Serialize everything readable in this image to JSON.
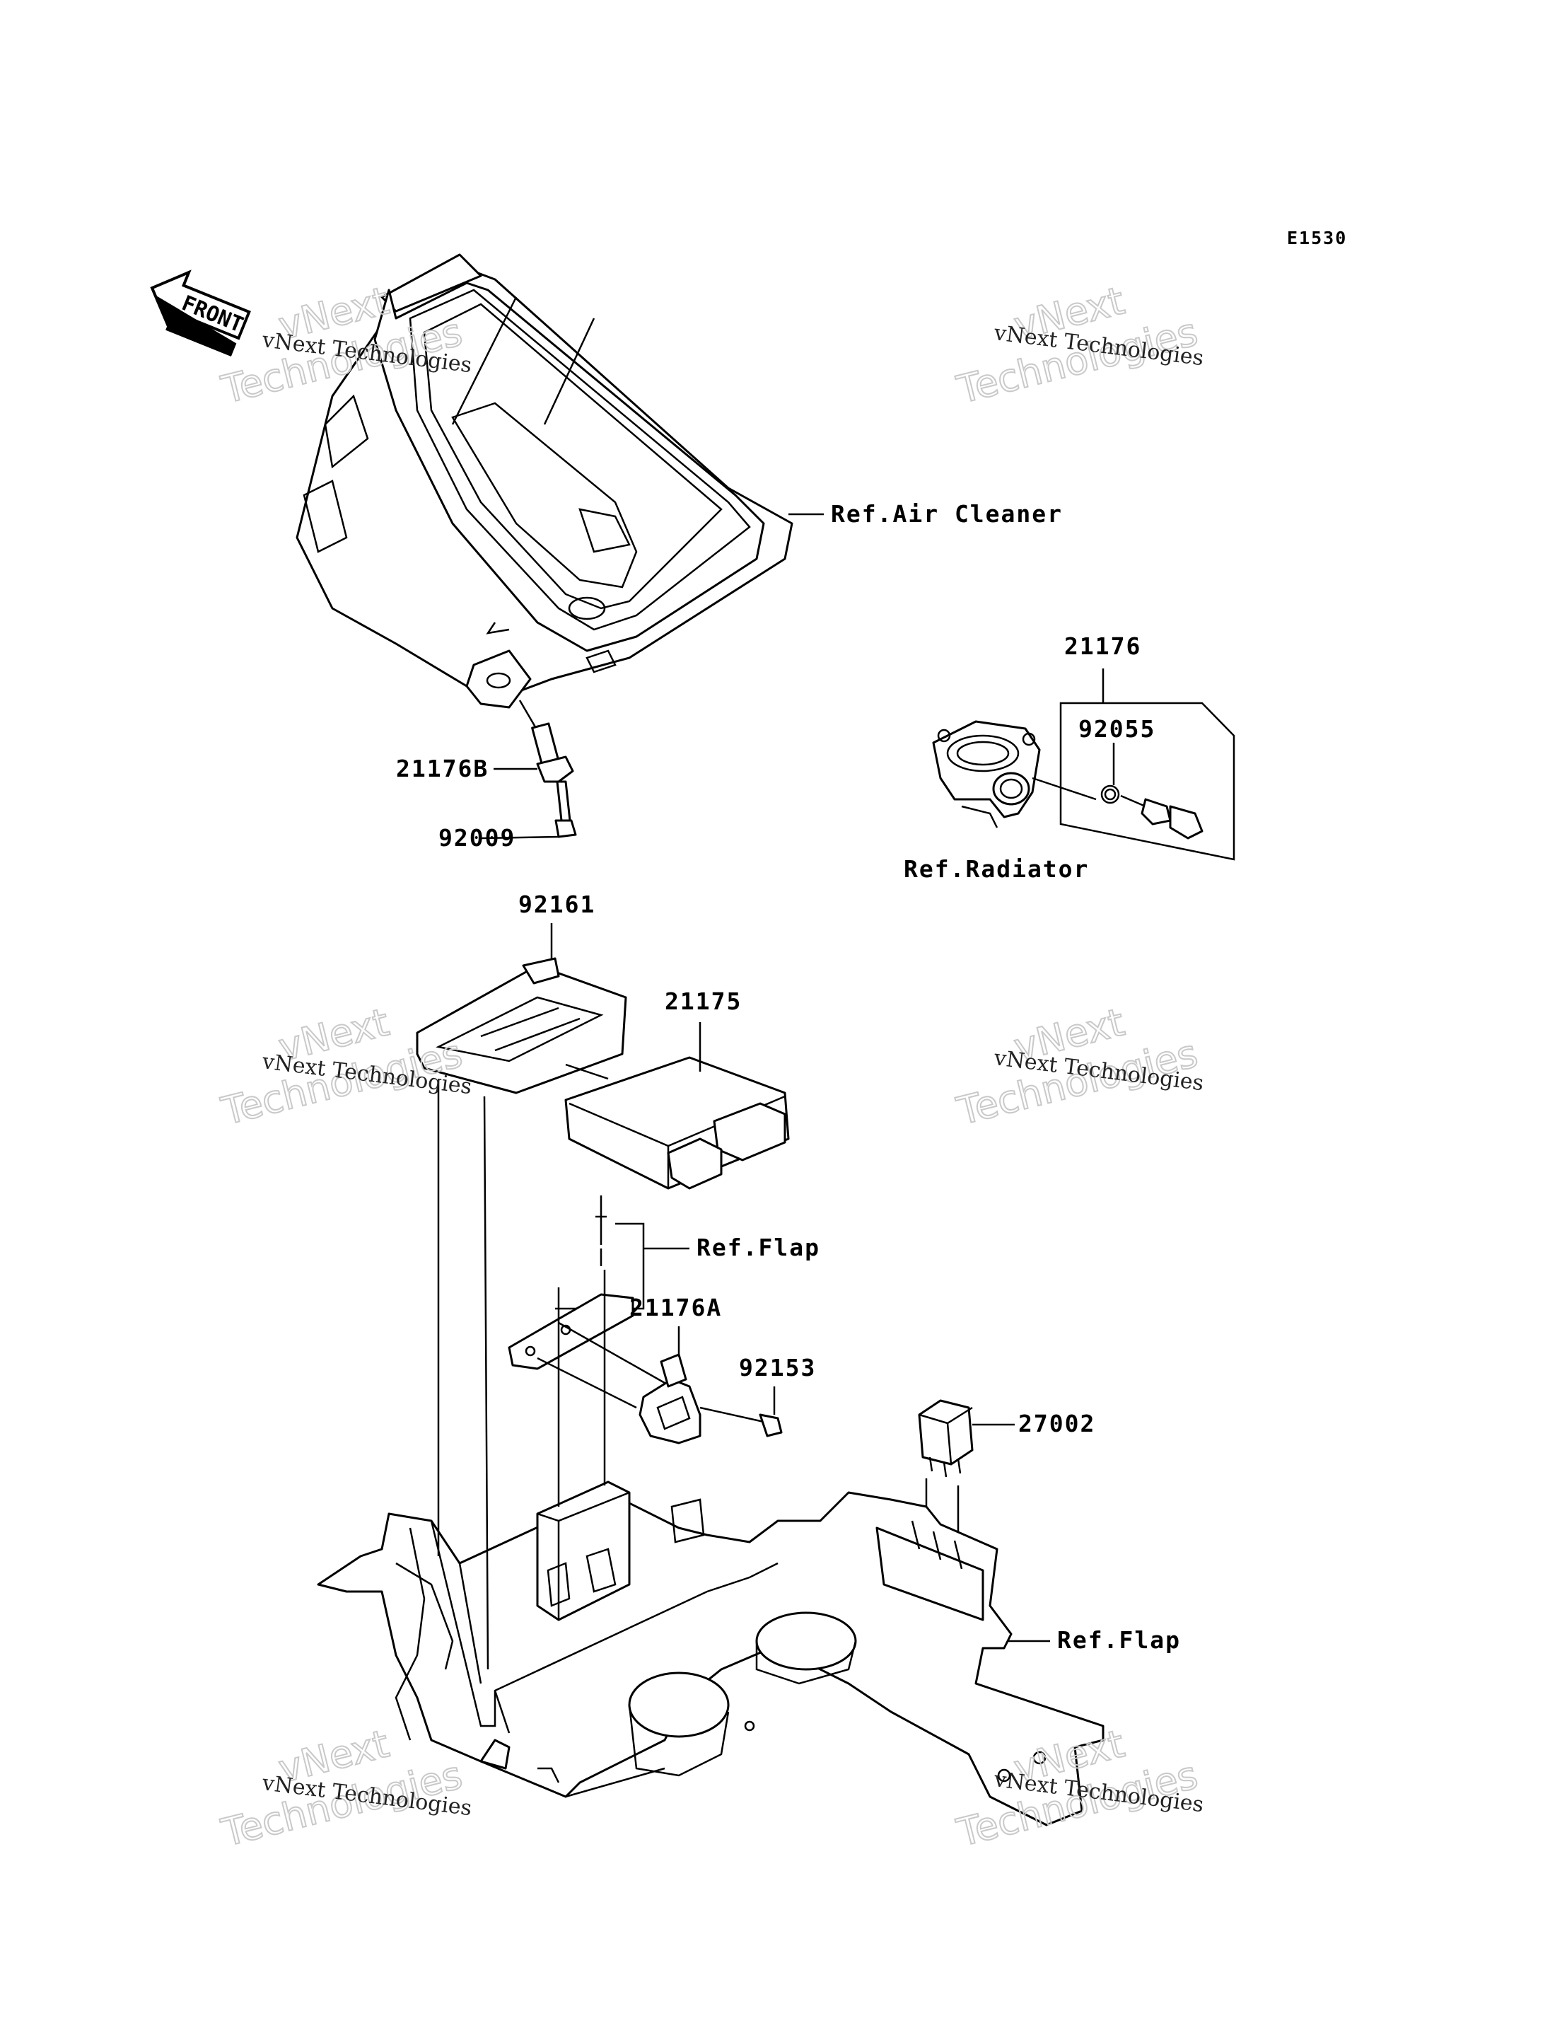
{
  "diagram": {
    "code": "E1530",
    "front_arrow": "FRONT",
    "labels": {
      "ref_air_cleaner": "Ref.Air Cleaner",
      "p21176": "21176",
      "p92055": "92055",
      "p21176b": "21176B",
      "p92009": "92009",
      "ref_radiator": "Ref.Radiator",
      "p92161": "92161",
      "p21175": "21175",
      "ref_flap_1": "Ref.Flap",
      "p21176a": "21176A",
      "p92153": "92153",
      "p27002": "27002",
      "ref_flap_2": "Ref.Flap"
    },
    "watermark": {
      "small": "vNext Technologies",
      "big_line1": "vNext",
      "big_line2": "Technologies"
    }
  }
}
